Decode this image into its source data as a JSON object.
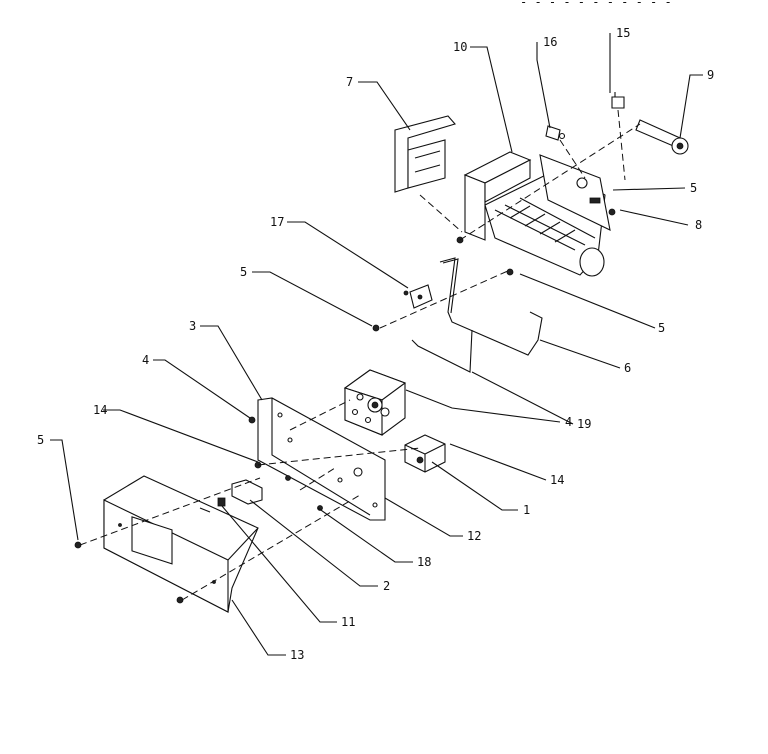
{
  "header_fragment": "- - - - - -   - - -  - -",
  "callouts": {
    "c1": "1",
    "c2": "2",
    "c3": "3",
    "c4a": "4",
    "c4b": "4",
    "c5a": "5",
    "c5b": "5",
    "c5c": "5",
    "c5d": "5",
    "c6": "6",
    "c7": "7",
    "c8": "8",
    "c9": "9",
    "c10": "10",
    "c11": "11",
    "c12": "12",
    "c13": "13",
    "c14a": "14",
    "c14b": "14",
    "c15": "15",
    "c16": "16",
    "c17": "17",
    "c18": "18",
    "c19": "19"
  }
}
